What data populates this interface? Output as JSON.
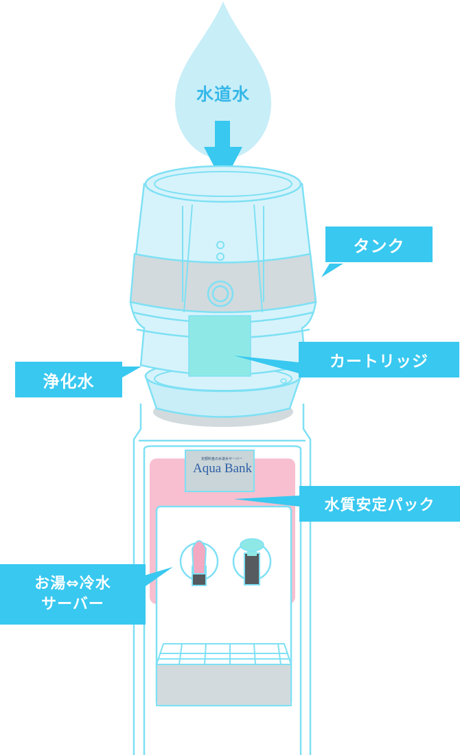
{
  "labels": {
    "tap_water": "水道水",
    "tank": "タンク",
    "cartridge": "カートリッジ",
    "purified_water": "浄化水",
    "water_quality_pack": "水質安定パック",
    "hot_cold_line1": "お湯⇔冷水",
    "hot_cold_line2": "サーバー"
  },
  "panel": {
    "caption": "定額料金の水道水サーバー",
    "brand": "Aqua Bank"
  },
  "colors": {
    "callout": "#38c8f0",
    "outline": "#7ee0f4",
    "drop": "#c8eef8",
    "arrow": "#38c8f0",
    "pink": "#f7bfcf",
    "gray": "#cfd8db",
    "cartridge": "#8ee9e6"
  }
}
